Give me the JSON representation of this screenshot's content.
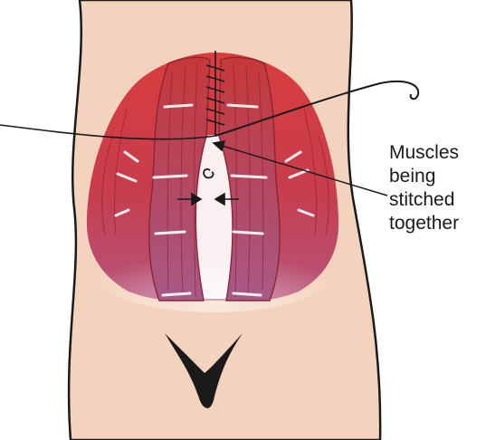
{
  "annotation": {
    "lines": [
      "Muscles",
      "being",
      "stitched",
      "together"
    ]
  },
  "colors": {
    "background": "#ffffff",
    "skin": "#f3d3bd",
    "muscle_top": "#d83d3d",
    "muscle_bottom": "#b4557c",
    "outline": "#1a1a1a"
  },
  "icons": [
    "suture-stitch-icon",
    "needle-thread-icon",
    "inward-arrows-icon",
    "pointer-arrow-icon"
  ]
}
